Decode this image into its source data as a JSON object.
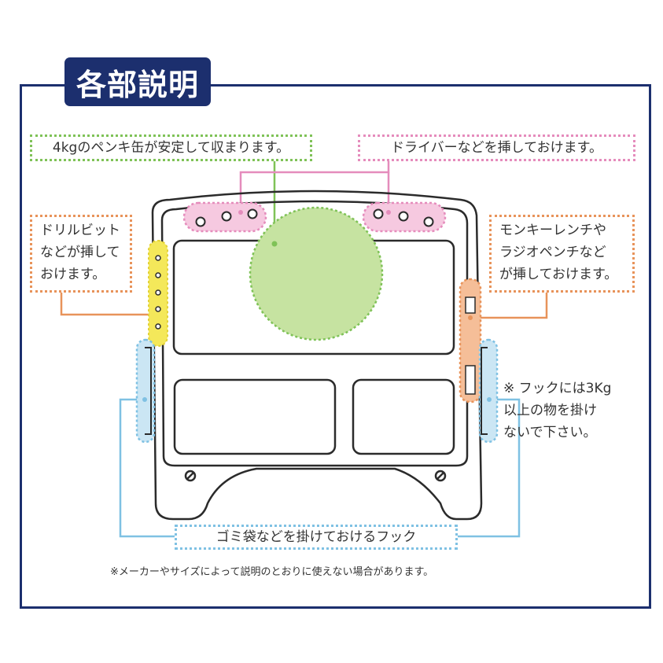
{
  "title": "各部説明",
  "callouts": {
    "paint_can": "4kgのペンキ缶が安定して収まります。",
    "screwdriver": "ドライバーなどを挿しておけます。",
    "drill_bit": [
      "ドリルビット",
      "などが挿して",
      "おけます。"
    ],
    "wrench": [
      "モンキーレンチや",
      "ラジオペンチなど",
      "が挿しておけます。"
    ],
    "hook": "ゴミ袋などを掛けておけるフック"
  },
  "hook_note": [
    "※ フックには3Kg",
    "以上の物を掛け",
    "ないで下さい。"
  ],
  "disclaimer": "※メーカーやサイズによって説明のとおりに使えない場合があります。",
  "colors": {
    "navy": "#1c2f6e",
    "green": "#7fc257",
    "green_fill": "#c6e3a1",
    "pink": "#e58cbc",
    "pink_fill": "#f6c9e0",
    "yellow": "#f4e85a",
    "orange": "#e8935a",
    "orange_fill": "#f5be98",
    "blue": "#7fc1e3",
    "blue_fill": "#cbe6f4",
    "outline": "#2b2b2b"
  }
}
